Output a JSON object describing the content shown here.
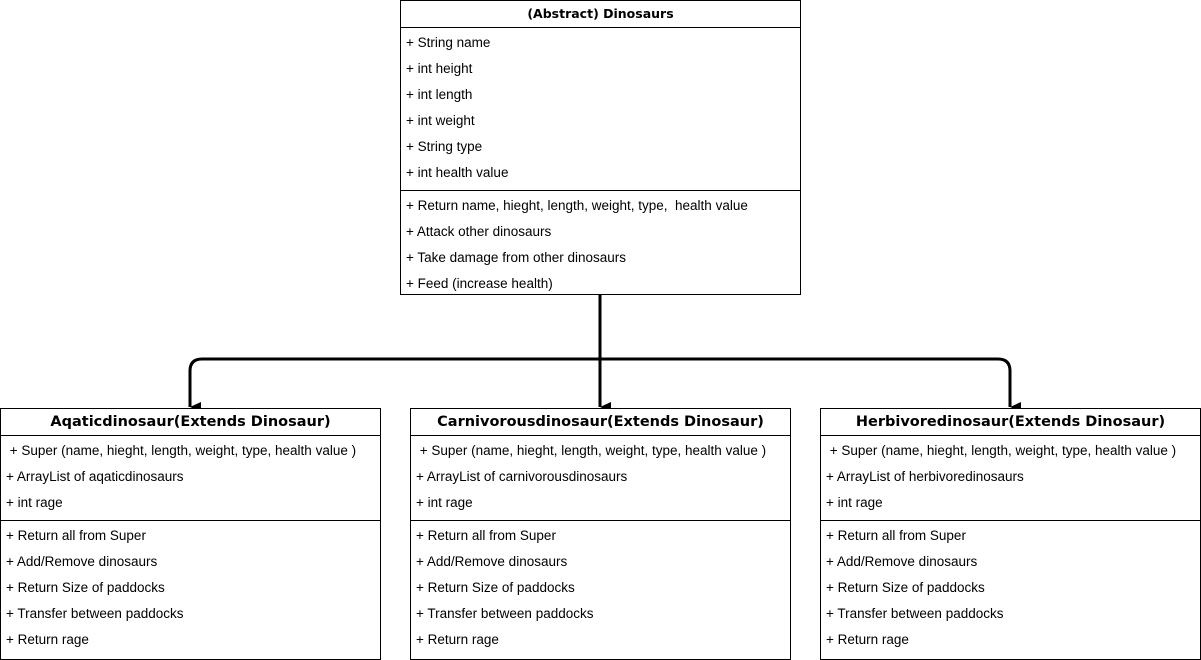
{
  "classes": {
    "dinosaurs": {
      "title": "(Abstract) Dinosaurs",
      "attributes": [
        "+ String name",
        "+ int height",
        "+ int length",
        "+ int weight",
        "+ String type",
        "+ int health value"
      ],
      "methods": [
        "+ Return name, hieght, length, weight, type,  health value",
        "+ Attack other dinosaurs",
        "+ Take damage from other dinosaurs",
        "+ Feed (increase health)"
      ]
    },
    "aquatic": {
      "title": "Aqaticdinosaur(Extends Dinosaur)",
      "attributes": [
        " + Super (name, hieght, length, weight, type, health value )",
        "+ ArrayList of aqaticdinosaurs",
        "+ int rage"
      ],
      "methods": [
        "+ Return all from Super",
        "+ Add/Remove dinosaurs",
        "+ Return Size of paddocks",
        "+ Transfer between paddocks",
        "+ Return rage"
      ]
    },
    "carnivorous": {
      "title": "Carnivorousdinosaur(Extends Dinosaur)",
      "attributes": [
        " + Super (name, hieght, length, weight, type, health value )",
        "+ ArrayList of carnivorousdinosaurs",
        "+ int rage"
      ],
      "methods": [
        "+ Return all from Super",
        "+ Add/Remove dinosaurs",
        "+ Return Size of paddocks",
        "+ Transfer between paddocks",
        "+ Return rage"
      ]
    },
    "herbivore": {
      "title": "Herbivoredinosaur(Extends Dinosaur)",
      "attributes": [
        " + Super (name, hieght, length, weight, type, health value )",
        "+ ArrayList of herbivoredinosaurs",
        "+ int rage"
      ],
      "methods": [
        "+ Return all from Super",
        "+ Add/Remove dinosaurs",
        "+ Return Size of paddocks",
        "+ Transfer between paddocks",
        "+ Return rage"
      ]
    }
  }
}
